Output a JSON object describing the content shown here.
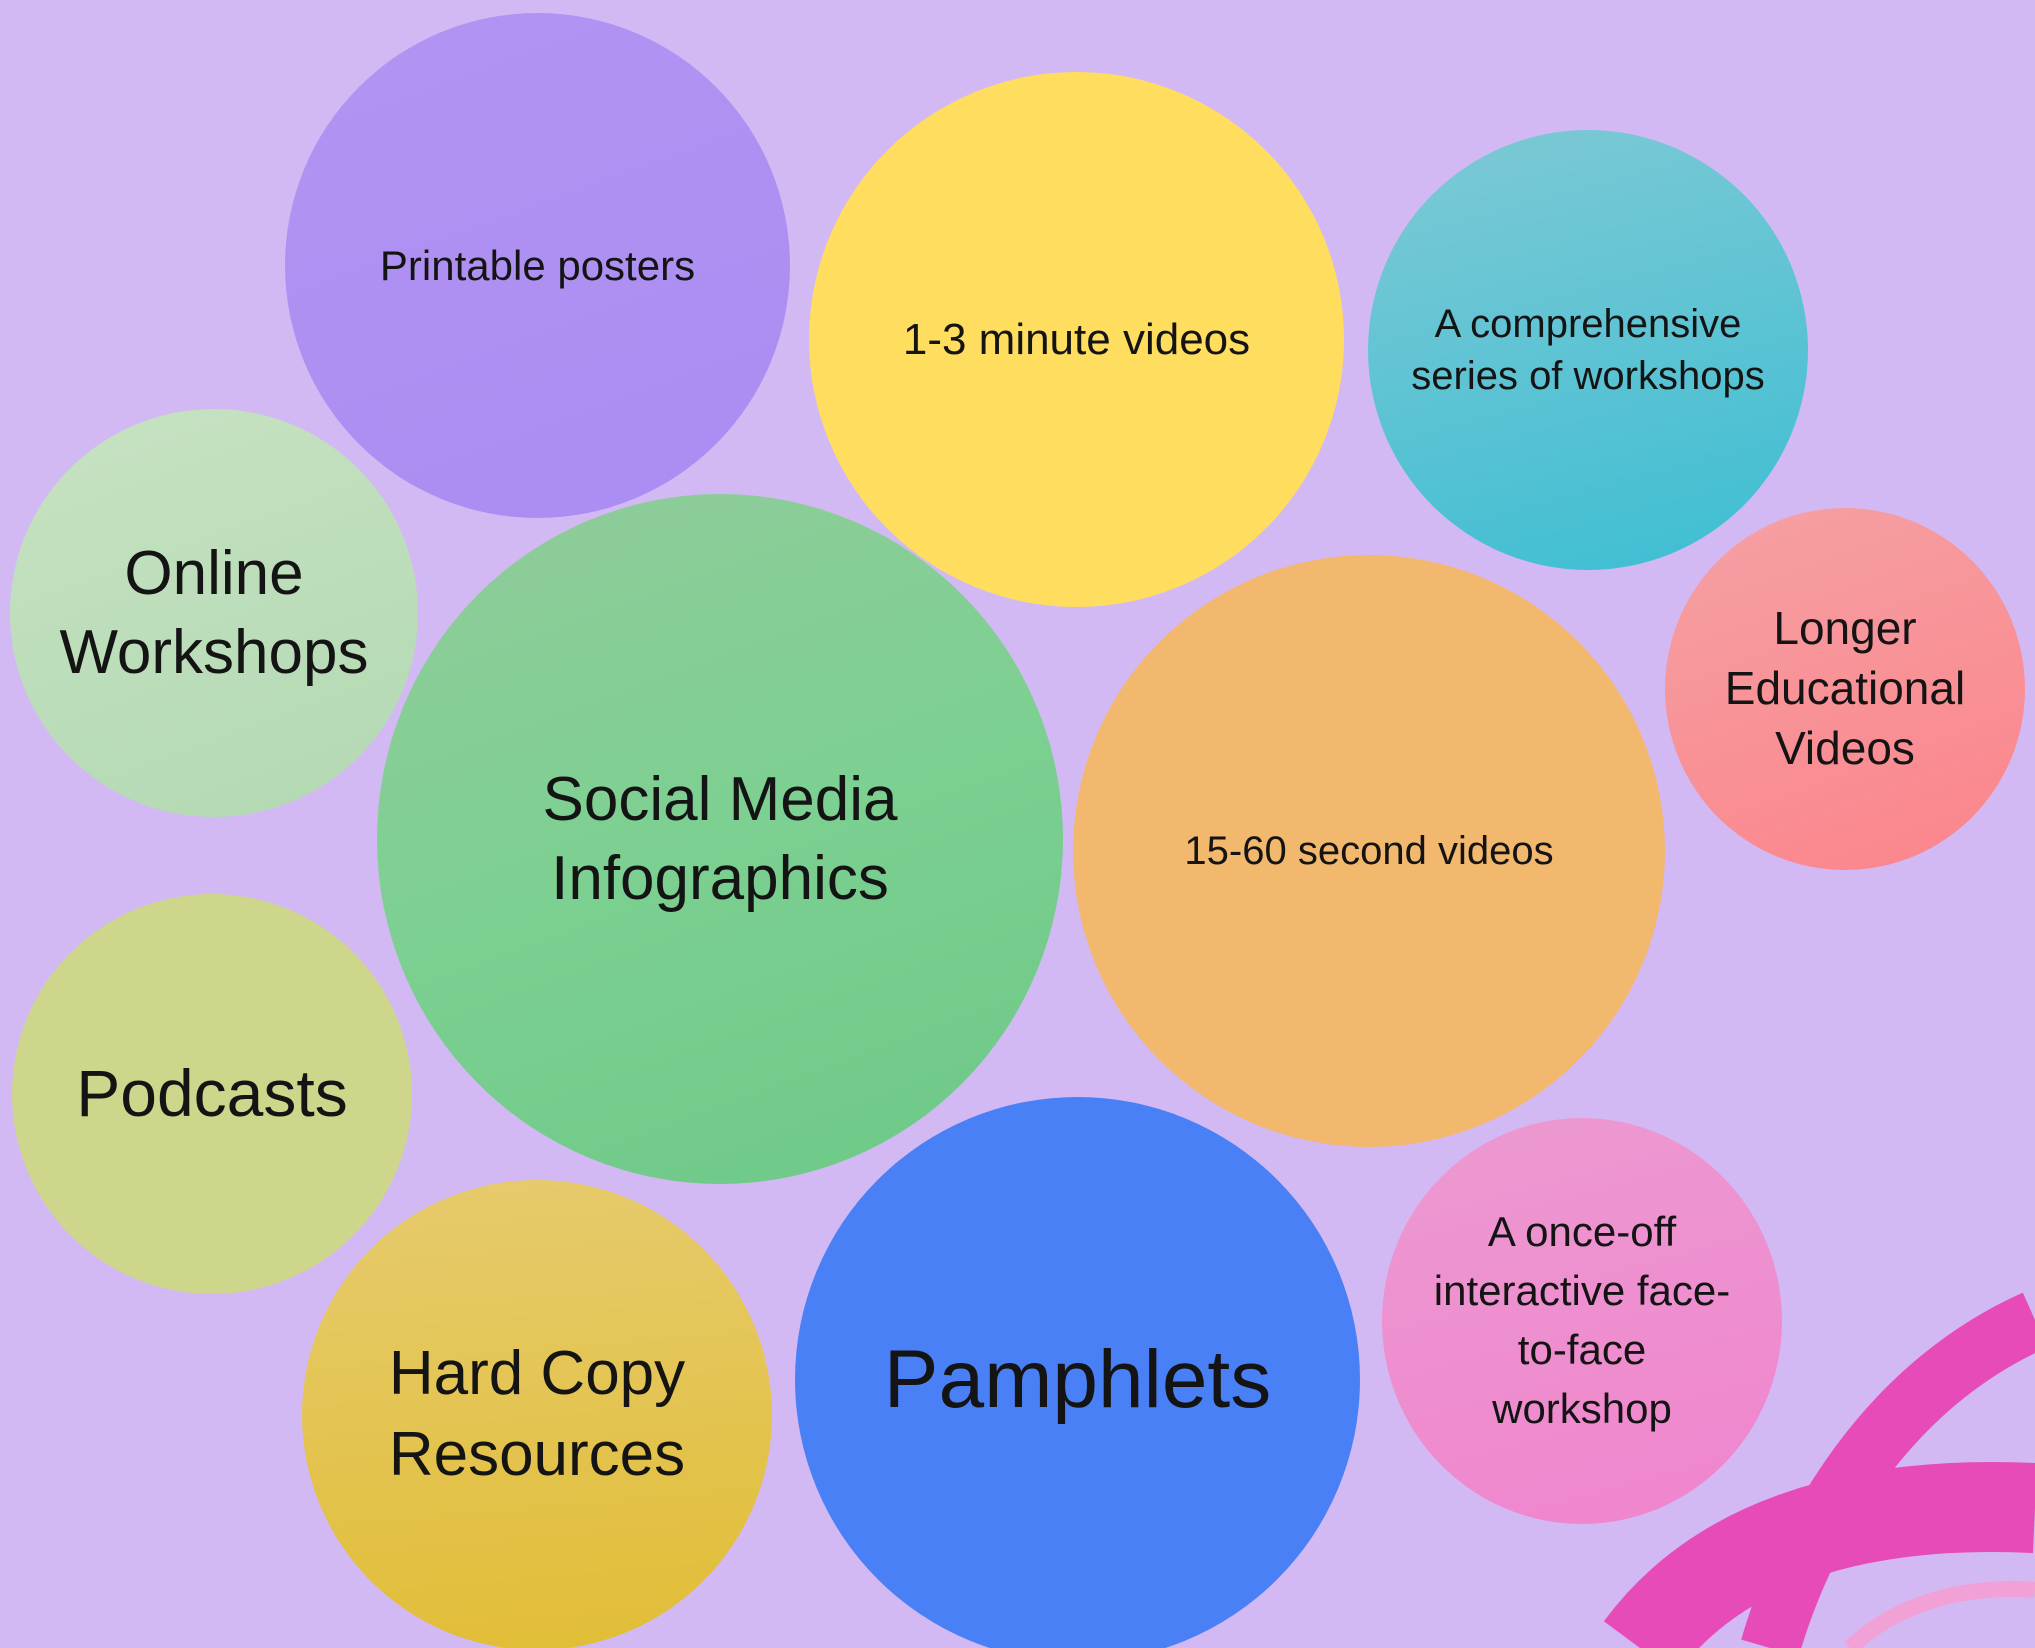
{
  "colors": {
    "background": "#d3b9f4",
    "printable_posters": "#ab8cf3",
    "short_videos": "#ffdd5f",
    "workshop_series": "#3cbed3",
    "online_workshops": "#b9dcb6",
    "social_media": "#7cd091",
    "longer_videos": "#fb848b",
    "second_videos": "#f2b86e",
    "podcasts": "#cdd68a",
    "hard_copy": "#e1bd35",
    "pamphlets": "#4a80f6",
    "once_off": "#f084cd",
    "decoration": "#e74bb7"
  },
  "bubbles": {
    "printable_posters": [
      "Printable posters"
    ],
    "short_videos": [
      "1-3 minute videos"
    ],
    "workshop_series": [
      "A comprehensive",
      "series of workshops"
    ],
    "online_workshops": [
      "Online",
      "Workshops"
    ],
    "social_media": [
      "Social Media",
      "Infographics"
    ],
    "longer_videos": [
      "Longer",
      "Educational",
      "Videos"
    ],
    "second_videos": [
      "15-60 second videos"
    ],
    "podcasts": [
      "Podcasts"
    ],
    "hard_copy": [
      "Hard Copy",
      "Resources"
    ],
    "pamphlets": [
      "Pamphlets"
    ],
    "once_off": [
      "A once-off",
      "interactive face-",
      "to-face",
      "workshop"
    ]
  }
}
